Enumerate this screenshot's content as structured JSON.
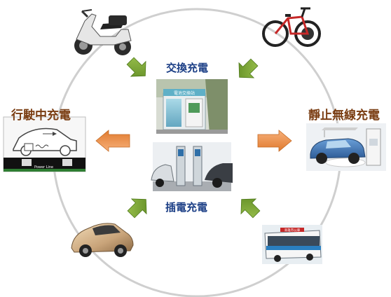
{
  "labels": {
    "left": "行駛中充電",
    "right": "靜止無線充電",
    "top_center": "交換充電",
    "bottom_center": "插電充電"
  },
  "images": {
    "station_sign": "電池交換站",
    "bus_sign": "高雄市公車",
    "power_line": "Power Line"
  },
  "colors": {
    "ring": "#cfcfcf",
    "side_label": "#7a3d12",
    "center_label": "#1c3f86",
    "green_arrow": "#7fa83a",
    "orange_arrow": "#f0914a"
  }
}
